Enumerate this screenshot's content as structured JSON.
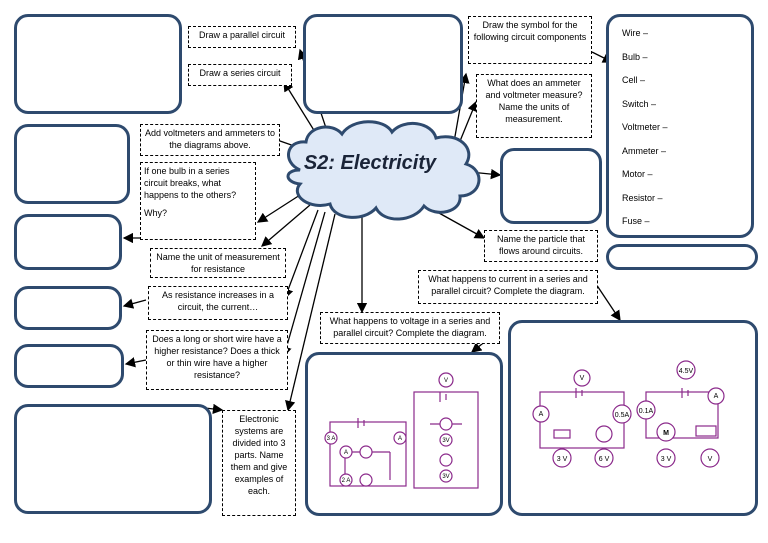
{
  "title": "S2: Electricity",
  "notes": {
    "parallel": "Draw a parallel circuit",
    "series": "Draw a series circuit",
    "add_meters": "Add voltmeters and ammeters to the diagrams above.",
    "bulb_breaks": "If one bulb in a series circuit breaks, what happens to the others?",
    "why": "Why?",
    "unit_resistance": "Name the unit of measurement for resistance",
    "resistance_increases": "As resistance increases in a circuit, the current…",
    "wire_resistance": "Does a long or short wire have a higher resistance? Does a thick or thin wire have a higher resistance?",
    "electronic": "Electronic systems are divided into 3 parts. Name them and give examples of each.",
    "voltage": "What happens to voltage in a series and parallel circuit? Complete the diagram.",
    "current": "What happens to current in a series and parallel circuit? Complete the diagram.",
    "particle": "Name the particle that flows around circuits.",
    "meters": "What does an ammeter and voltmeter measure? Name the units of measurement.",
    "symbols": "Draw the symbol for the following circuit components"
  },
  "components": [
    "Wire –",
    "Bulb –",
    "Cell –",
    "Switch –",
    "Voltmeter –",
    "Ammeter –",
    "Motor –",
    "Resistor –",
    "Fuse –"
  ],
  "circuit_labels": {
    "left_a1": "3 A",
    "left_a2": "A",
    "left_a3": "A",
    "left_a4": "2 A",
    "left_v1": "V",
    "left_v2": "3V",
    "left_v3": "3V",
    "right_v1": "V",
    "right_a1": "A",
    "right_05a": "0.5A",
    "right_3v": "3 V",
    "right_6v": "6 V",
    "right_45v": "4.5V",
    "right_01a": "0.1A",
    "right_a2": "A",
    "right_m": "M",
    "right_3v2": "3 V",
    "right_v2": "V"
  },
  "colors": {
    "box_border": "#2e4a6e",
    "circuit": "#8b2a8b"
  }
}
